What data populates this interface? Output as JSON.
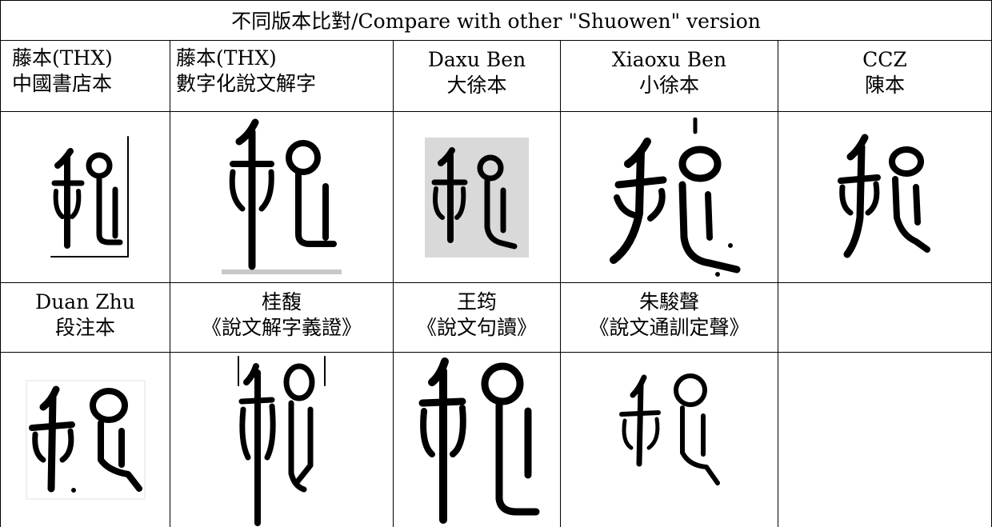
{
  "title": "不同版本比對/Compare with other \"Shuowen\" version",
  "row1_headers": [
    {
      "line1": "藤本(THX)",
      "line2": "中國書店本"
    },
    {
      "line1": "藤本(THX)",
      "line2": "數字化說文解字"
    },
    {
      "line1": "Daxu Ben",
      "line2": "大徐本"
    },
    {
      "line1": "Xiaoxu Ben",
      "line2": "小徐本"
    },
    {
      "line1": "CCZ",
      "line2": "陳本"
    }
  ],
  "row2_headers": [
    {
      "line1": "Duan Zhu",
      "line2": "段注本"
    },
    {
      "line1": "桂馥",
      "line2": "《說文解字義證》"
    },
    {
      "line1": "王筠",
      "line2": "《說文句讀》"
    },
    {
      "line1": "朱駿聲",
      "line2": "《說文通訓定聲》"
    },
    {
      "line1": "",
      "line2": ""
    }
  ],
  "glyph_icons": [
    "seal-glyph-icon",
    "seal-glyph-icon",
    "seal-glyph-icon",
    "seal-glyph-icon",
    "seal-glyph-icon",
    "seal-glyph-icon",
    "seal-glyph-icon",
    "seal-glyph-icon",
    "seal-glyph-icon"
  ],
  "colors": {
    "border": "#000000",
    "background": "#ffffff",
    "scan_gray": "#d9d9d9"
  }
}
